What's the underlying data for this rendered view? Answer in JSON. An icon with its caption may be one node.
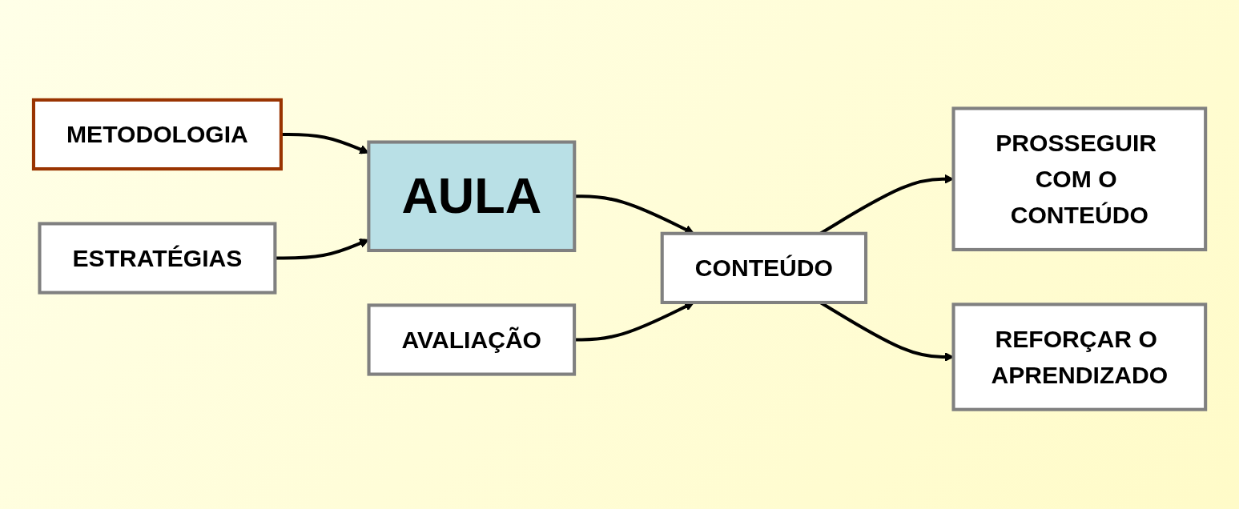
{
  "diagram": {
    "nodes": [
      {
        "text": [
          "METODOLOGIA"
        ]
      },
      {
        "text": [
          "ESTRATÉGIAS"
        ]
      },
      {
        "text": [
          "AULA"
        ]
      },
      {
        "text": [
          "AVALIAÇÃO"
        ]
      },
      {
        "text": [
          "CONTEÚDO"
        ]
      },
      {
        "text": [
          "PROSSEGUIR COM O CONTEÚDO"
        ]
      },
      {
        "text": [
          "REFORÇAR O APRENDIZADO"
        ]
      }
    ],
    "edges": [
      {
        "from": 0,
        "to": 2,
        "arrow": "to"
      },
      {
        "from": 1,
        "to": 2,
        "arrow": "to"
      },
      {
        "from": 2,
        "to": 4,
        "arrow": "to"
      },
      {
        "from": 3,
        "to": 4,
        "arrow": "to"
      },
      {
        "from": 4,
        "to": 5,
        "arrow": "to"
      },
      {
        "from": 4,
        "to": 6,
        "arrow": "to"
      }
    ]
  }
}
